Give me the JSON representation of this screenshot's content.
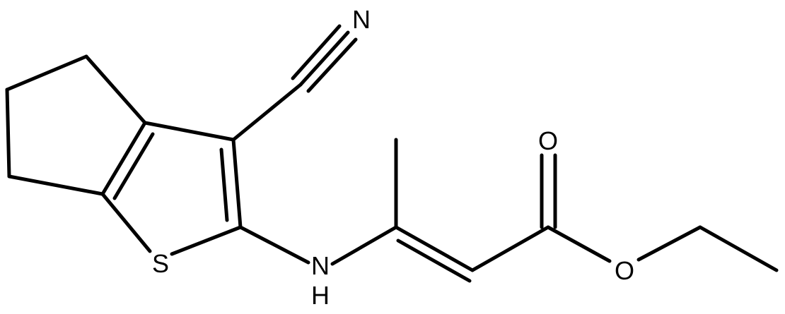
{
  "diagram": {
    "atom_labels": {
      "nitrile_n": "N",
      "carbonyl_o": "O",
      "ester_o": "O",
      "ring_s": "S",
      "amine_h": "H",
      "amine_n": "N"
    },
    "colors": {
      "background": "#ffffff",
      "bonds": "#000000",
      "labels": "#000000"
    }
  }
}
